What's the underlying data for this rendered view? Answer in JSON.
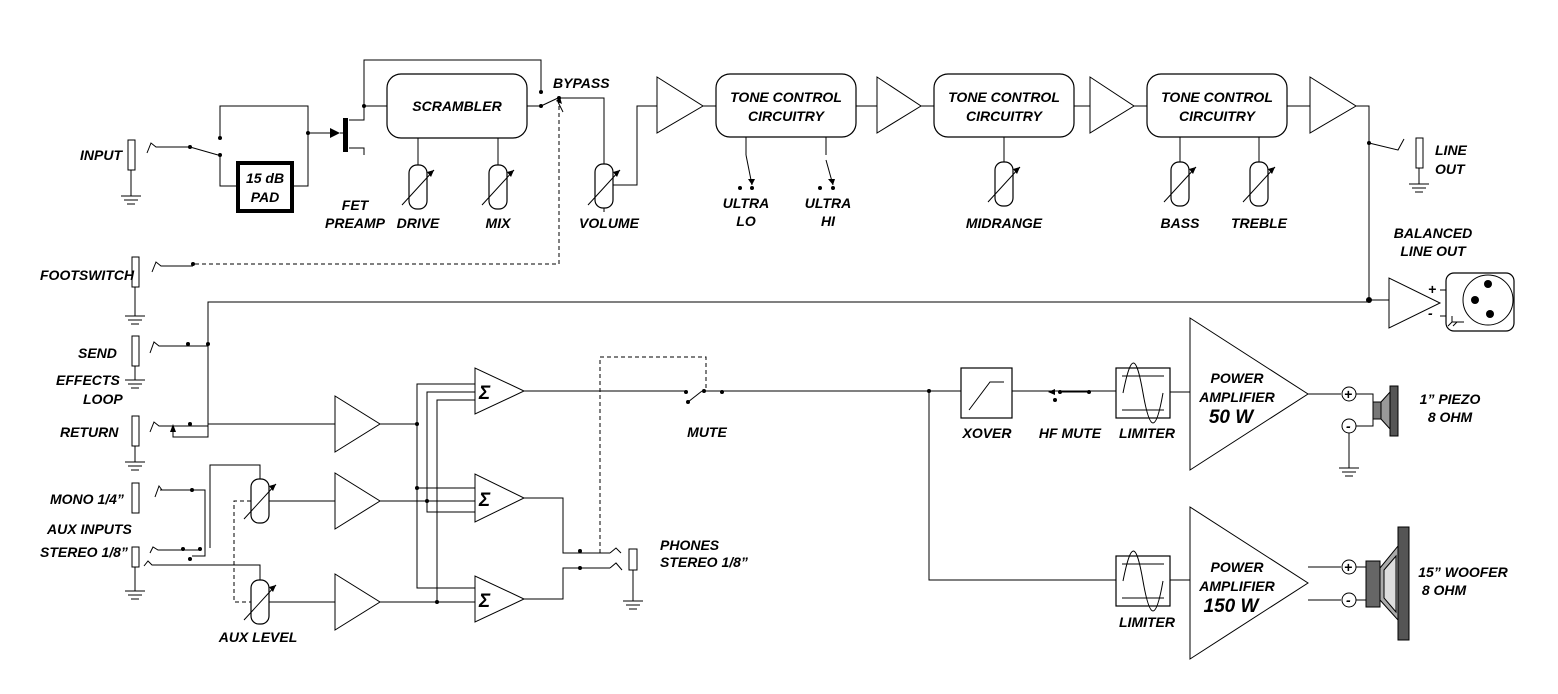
{
  "inputs": {
    "input": "INPUT",
    "footswitch": "FOOTSWITCH",
    "send": "SEND",
    "effects": "EFFECTS",
    "loop": "LOOP",
    "return": "RETURN",
    "mono": "MONO 1/4”",
    "aux_inputs": "AUX INPUTS",
    "stereo": "STEREO 1/8”"
  },
  "blocks": {
    "pad_line1": "15 dB",
    "pad_line2": "PAD",
    "fet_line1": "FET",
    "fet_line2": "PREAMP",
    "scrambler": "SCRAMBLER",
    "bypass": "BYPASS",
    "drive": "DRIVE",
    "mix": "MIX",
    "volume": "VOLUME",
    "tone_line1": "TONE CONTROL",
    "tone_line2": "CIRCUITRY",
    "ultra": "ULTRA",
    "lo": "LO",
    "hi": "HI",
    "midrange": "MIDRANGE",
    "bass": "BASS",
    "treble": "TREBLE",
    "line": "LINE",
    "out": "OUT",
    "balanced": "BALANCED",
    "line_out": "LINE OUT",
    "mute": "MUTE",
    "xover": "XOVER",
    "hf_mute": "HF MUTE",
    "limiter": "LIMITER",
    "power": "POWER",
    "amplifier": "AMPLIFIER",
    "w50": "50 W",
    "w150": "150 W",
    "aux_level": "AUX LEVEL",
    "phones": "PHONES",
    "phones_stereo": "STEREO 1/8”",
    "piezo": "1” PIEZO",
    "ohm": "8 OHM",
    "woofer": "15” WOOFER",
    "plus": "+",
    "minus": "-",
    "sigma": "Σ"
  }
}
